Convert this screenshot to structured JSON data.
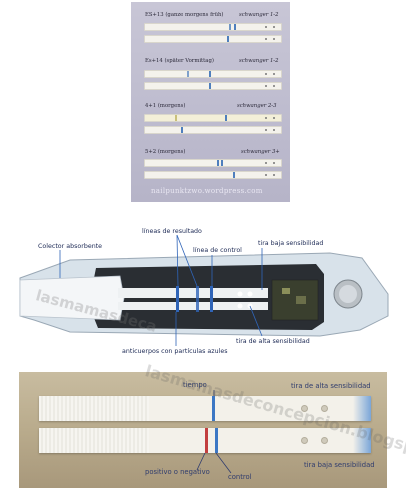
{
  "photo1": {
    "rows": [
      {
        "left": "ES+13 (ganze morgens früh)",
        "right": "schwanger 1-2"
      },
      {
        "left": "Es+14 (später Vormittag)",
        "right": "schwanger 1-2"
      },
      {
        "left": "4+1 (morgens)",
        "right": "schwanger 2-3"
      },
      {
        "left": "5+2 (morgens)",
        "right": "schwanger 3+"
      }
    ],
    "watermark": "nailpunktzwo.wordpress.com"
  },
  "diagram": {
    "labels": {
      "colector": "Colector absorbente",
      "lineas": "líneas de resultado",
      "control": "línea de control",
      "baja": "tira baja sensibilidad",
      "alta": "tira de alta sensibilidad",
      "anticuerpos": "anticuerpos con partículas azules"
    },
    "watermark": "lasmamasdeca"
  },
  "photo3": {
    "labels": {
      "tiempo": "tiempo",
      "alta": "tira de alta sensibilidad",
      "positivo": "positivo o negativo",
      "control": "control",
      "baja": "tira baja sensibilidad"
    },
    "watermark": "lasmamasdeconcepcion.blogspot.com"
  }
}
